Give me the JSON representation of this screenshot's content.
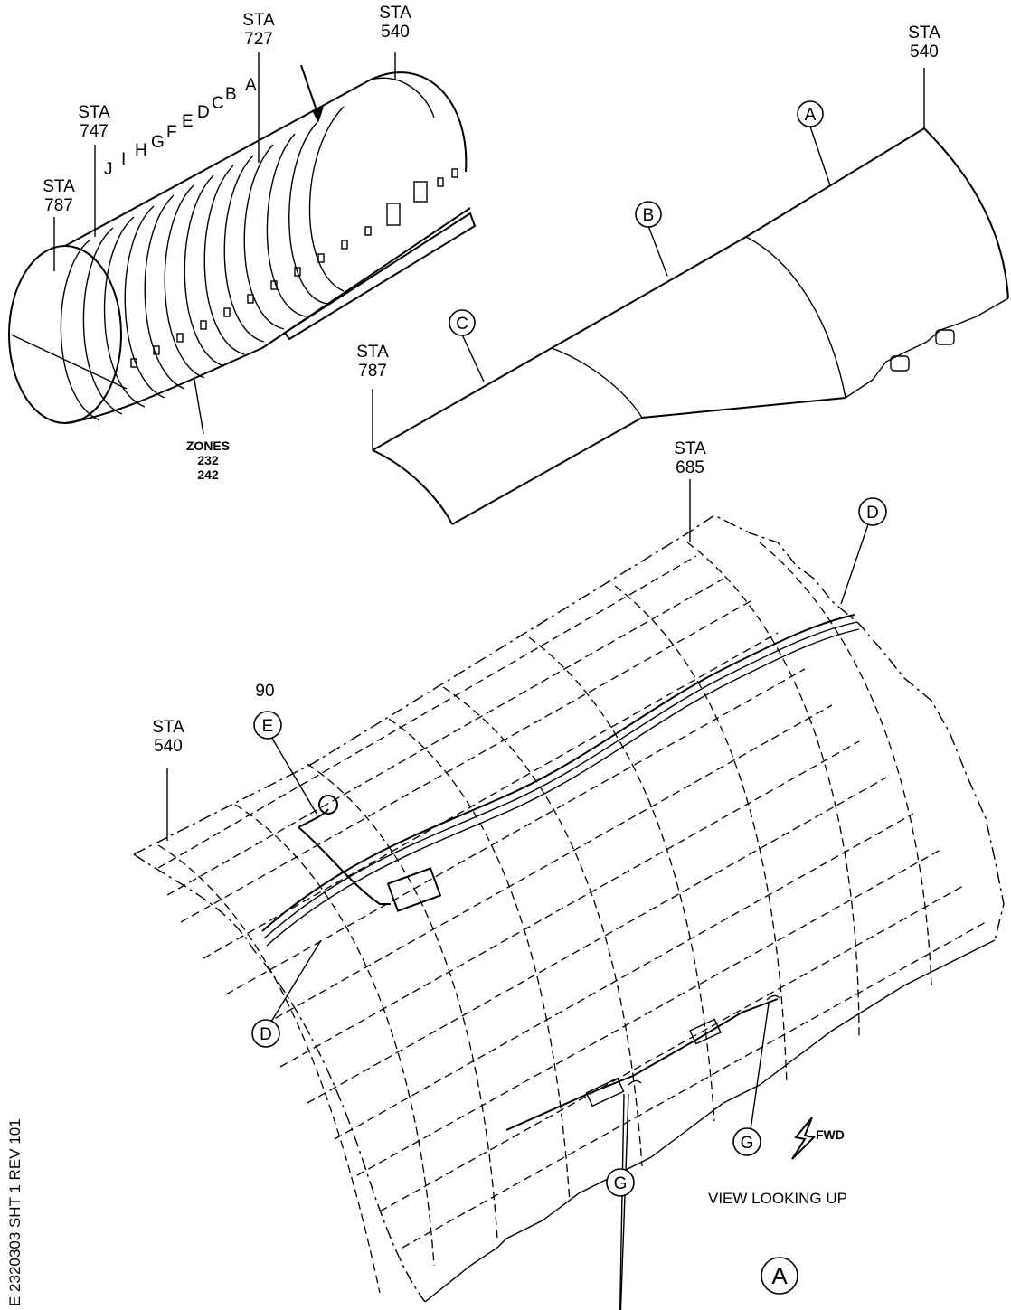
{
  "overview": {
    "sta_787": [
      "STA",
      "787"
    ],
    "sta_747": [
      "STA",
      "747"
    ],
    "sta_727": [
      "STA",
      "727"
    ],
    "sta_540": [
      "STA",
      "540"
    ],
    "frame_letters": [
      "A",
      "B",
      "C",
      "D",
      "E",
      "F",
      "G",
      "H",
      "I",
      "J"
    ],
    "zones": [
      "ZONES",
      "232",
      "242"
    ]
  },
  "panel_view": {
    "sta_540": [
      "STA",
      "540"
    ],
    "sta_787": [
      "STA",
      "787"
    ],
    "callouts": [
      "A",
      "B",
      "C"
    ]
  },
  "detail_view": {
    "sta_685": [
      "STA",
      "685"
    ],
    "sta_540": [
      "STA",
      "540"
    ],
    "item_number": "90",
    "callout_e": "E",
    "callout_d": "D",
    "callout_g": "G",
    "fwd_label": "FWD",
    "view_label": "VIEW LOOKING UP",
    "view_id": "A"
  },
  "side_code": "E 2320303 SHT 1 REV 101"
}
